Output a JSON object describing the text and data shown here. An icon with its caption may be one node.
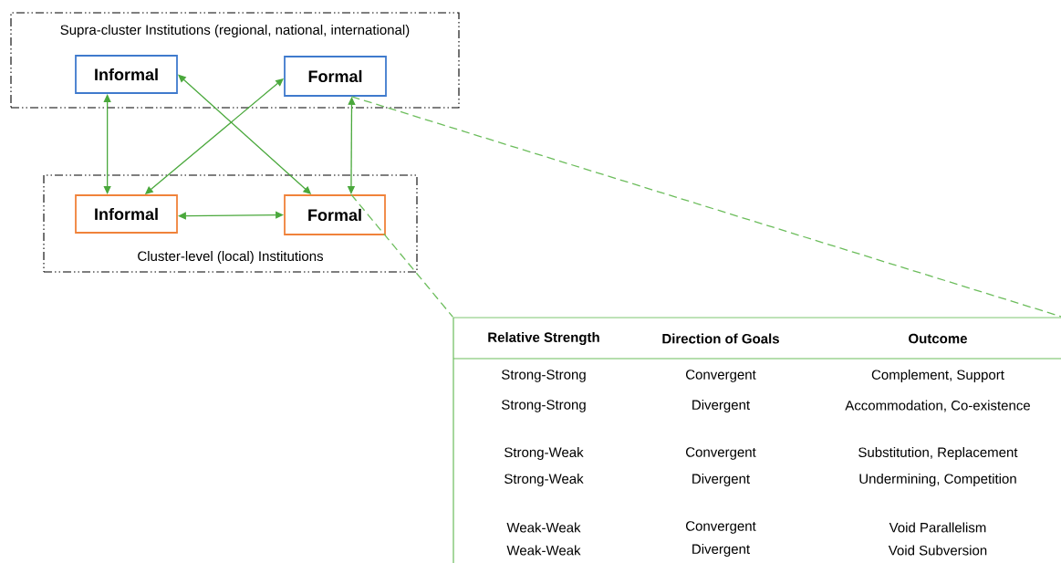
{
  "diagram": {
    "nodes": [
      {
        "text": [
          "Supra-cluster Institutions (regional, national, international)"
        ]
      },
      {
        "text": [
          "Informal"
        ],
        "in": 0
      },
      {
        "text": [
          "Formal"
        ],
        "in": 0
      },
      {
        "text": [
          "Cluster-level (local) Institutions"
        ]
      },
      {
        "text": [
          "Informal"
        ],
        "in": 3
      },
      {
        "text": [
          "Formal"
        ],
        "in": 3
      },
      {
        "text": [],
        "shape": "box"
      }
    ],
    "edges": [
      {
        "from": 1,
        "to": 4,
        "arrow": "both"
      },
      {
        "from": 1,
        "to": 5,
        "arrow": "both"
      },
      {
        "from": 2,
        "to": 4,
        "arrow": "both"
      },
      {
        "from": 2,
        "to": 5,
        "arrow": "both"
      },
      {
        "from": 4,
        "to": 5,
        "arrow": "both"
      },
      {
        "from": 2,
        "to": 6,
        "arrow": "none",
        "style": "dashed",
        "color": "#6cbd5c"
      },
      {
        "from": 5,
        "to": 6,
        "arrow": "none",
        "style": "dashed",
        "color": "#6cbd5c"
      }
    ],
    "labels": [
      "Relative Strength",
      "Direction of Goals",
      "Outcome",
      "Strong-Strong",
      "Convergent",
      "Complement, Support",
      "Strong-Strong",
      "Divergent",
      "Accommodation, Co-existence",
      "Strong-Weak",
      "Convergent",
      "Substitution, Replacement",
      "Strong-Weak",
      "Divergent",
      "Undermining, Competition",
      "Weak-Weak",
      "Convergent",
      "Void Parallelism",
      "Weak-Weak",
      "Divergent",
      "Void Subversion"
    ]
  }
}
